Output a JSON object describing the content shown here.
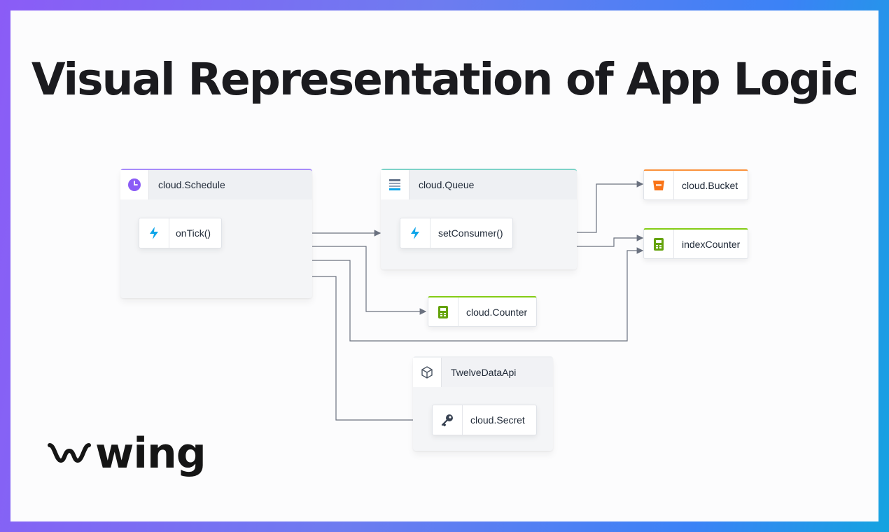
{
  "title": "Visual Representation of App Logic",
  "brand": "wing",
  "colors": {
    "schedule_accent": "#a78bfa",
    "queue_accent": "#7dd3c8",
    "bucket_accent": "#fb923c",
    "counter_accent": "#84cc16",
    "edge": "#6b7280"
  },
  "nodes": {
    "schedule": {
      "label": "cloud.Schedule",
      "icon": "clock-icon"
    },
    "on_tick": {
      "label": "onTick()",
      "icon": "lightning-icon"
    },
    "queue": {
      "label": "cloud.Queue",
      "icon": "queue-icon"
    },
    "set_consumer": {
      "label": "setConsumer()",
      "icon": "lightning-icon"
    },
    "bucket": {
      "label": "cloud.Bucket",
      "icon": "bucket-icon"
    },
    "index_counter": {
      "label": "indexCounter",
      "icon": "counter-icon"
    },
    "counter": {
      "label": "cloud.Counter",
      "icon": "counter-icon"
    },
    "twelve_data_api": {
      "label": "TwelveDataApi",
      "icon": "cube-icon"
    },
    "secret": {
      "label": "cloud.Secret",
      "icon": "key-icon"
    }
  }
}
